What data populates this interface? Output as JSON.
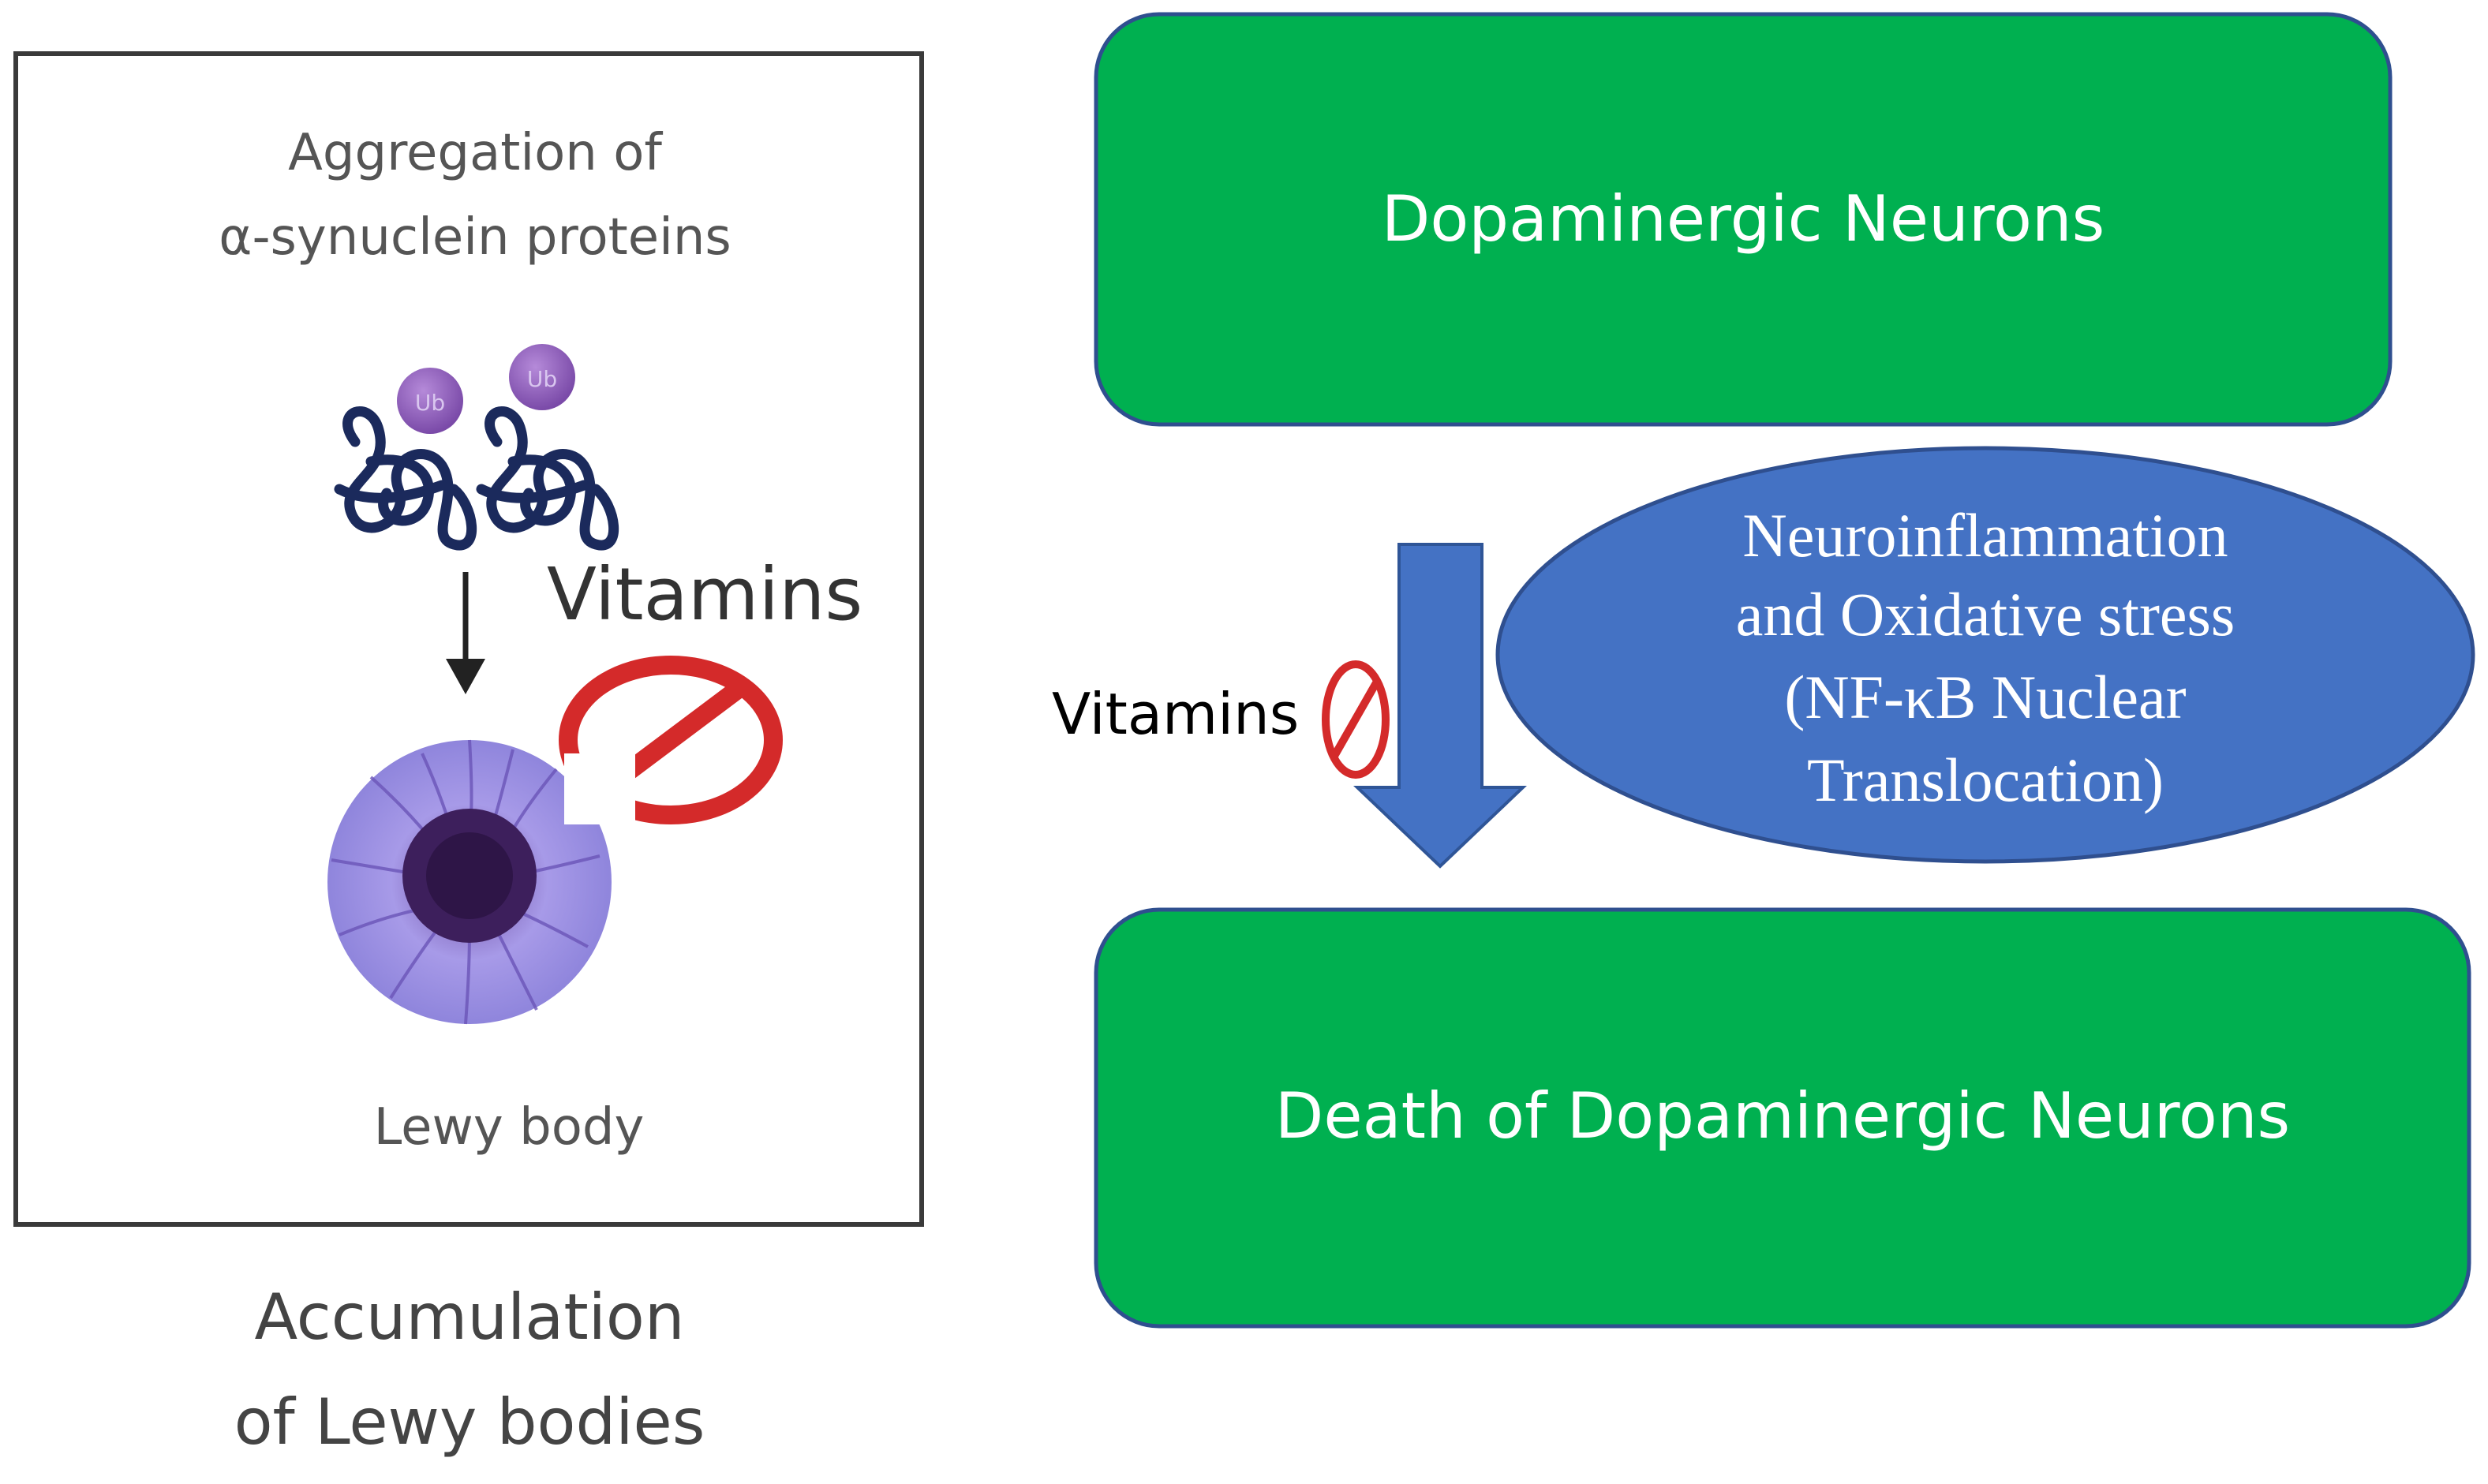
{
  "left_panel": {
    "heading_line1": "Aggregation of",
    "heading_line2": "α-synuclein proteins",
    "ub_label": "Ub",
    "vitamins_label": "Vitamins",
    "lewy_body_label": "Lewy body",
    "caption_line1": "Accumulation",
    "caption_line2": "of Lewy bodies"
  },
  "flow": {
    "top_box_label": "Dopaminergic Neurons",
    "bottom_box_label": "Death of Dopaminergic Neurons",
    "ellipse_line1": "Neuroinflammation",
    "ellipse_line2": "and Oxidative stress",
    "ellipse_line3": "(NF-κB Nuclear",
    "ellipse_line4": "Translocation)",
    "vitamins_label": "Vitamins"
  },
  "colors": {
    "box_fill": "#00b050",
    "box_stroke": "#2f4f8f",
    "ellipse_fill": "#4472c4",
    "arrow_fill": "#4472c4",
    "inhibit_red": "#d42a2a",
    "lewy_outer": "#9b8ee0",
    "lewy_core": "#3d1f5c",
    "ub_purple": "#8e5bbf",
    "protein_navy": "#1b2a5c"
  }
}
